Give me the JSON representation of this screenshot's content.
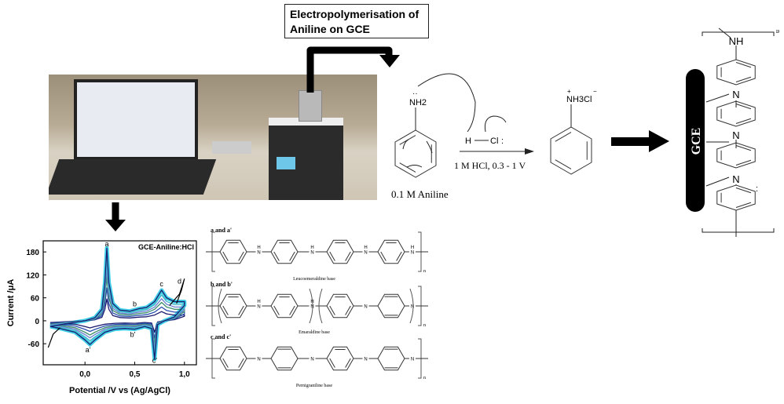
{
  "title": "Electropolymerisation of Aniline on GCE",
  "photo": {
    "description_icon": "lab-setup-photo"
  },
  "reaction": {
    "reactant_group": "NH2",
    "reactant_label": "0.1 M Aniline",
    "reagent_h": "H",
    "reagent_cl": "Cl",
    "conditions": "1 M HCl, 0.3 - 1 V",
    "product_group": "NH3Cl",
    "product_charge_plus": "+",
    "product_charge_minus": "−"
  },
  "electrode": {
    "label": "GCE",
    "chain_labels": [
      "NH",
      "N",
      "N",
      "N"
    ],
    "lone_pair": ":",
    "repeat_subscript": "n"
  },
  "structures": [
    {
      "heading": "a and a'",
      "name": "Leucoemeraldine base",
      "links": [
        "H\nN",
        "H\nN",
        "H\nN",
        "H\nN"
      ]
    },
    {
      "heading": "b and b'",
      "name": "Emaraldine base",
      "links": [
        "H\nN",
        "H\nN",
        "N",
        "N"
      ]
    },
    {
      "heading": "c and c'",
      "name": "Pernigraniline base",
      "links": [
        "N",
        "N",
        "N",
        "N"
      ]
    }
  ],
  "chart_data": {
    "type": "line",
    "title": "GCE-Aniline:HCl",
    "xlabel": "Potential /V vs (Ag/AgCl)",
    "ylabel": "Current /μA",
    "xlim": [
      -0.42,
      1.12
    ],
    "ylim": [
      -115,
      209
    ],
    "xticks": [
      "0,0",
      "0,5",
      "1,0"
    ],
    "xtick_values": [
      0,
      0.5,
      1.0
    ],
    "yticks": [
      "-60",
      "0",
      "60",
      "120",
      "180"
    ],
    "ytick_values": [
      -60,
      0,
      60,
      120,
      180
    ],
    "grid": false,
    "colors": [
      "#1a1a6e",
      "#2a4fb0",
      "#3c8f6a",
      "#6a7fd0",
      "#3fb5c8",
      "#40d0e0"
    ],
    "forward": [
      [
        -0.35,
        -15
      ],
      [
        -0.2,
        -8
      ],
      [
        0,
        0
      ],
      [
        0.1,
        8
      ],
      [
        0.17,
        30
      ],
      [
        0.2,
        100
      ],
      [
        0.22,
        190
      ],
      [
        0.24,
        100
      ],
      [
        0.28,
        45
      ],
      [
        0.35,
        28
      ],
      [
        0.45,
        25
      ],
      [
        0.55,
        32
      ],
      [
        0.62,
        35
      ],
      [
        0.7,
        50
      ],
      [
        0.77,
        80
      ],
      [
        0.82,
        60
      ],
      [
        0.9,
        50
      ],
      [
        1.0,
        50
      ]
    ],
    "backward": [
      [
        1.0,
        40
      ],
      [
        0.9,
        10
      ],
      [
        0.8,
        0
      ],
      [
        0.73,
        -10
      ],
      [
        0.7,
        -100
      ],
      [
        0.67,
        -20
      ],
      [
        0.6,
        -15
      ],
      [
        0.5,
        -22
      ],
      [
        0.4,
        -20
      ],
      [
        0.3,
        -22
      ],
      [
        0.2,
        -30
      ],
      [
        0.1,
        -50
      ],
      [
        0.05,
        -62
      ],
      [
        0,
        -50
      ],
      [
        -0.1,
        -30
      ],
      [
        -0.25,
        -20
      ],
      [
        -0.35,
        -15
      ]
    ],
    "annotations": [
      {
        "text": "a",
        "x": 0.22,
        "y": 195
      },
      {
        "text": "b",
        "x": 0.5,
        "y": 38
      },
      {
        "text": "c",
        "x": 0.77,
        "y": 90
      },
      {
        "text": "d",
        "x": 0.95,
        "y": 97
      },
      {
        "text": "a'",
        "x": 0.03,
        "y": -82
      },
      {
        "text": "b'",
        "x": 0.48,
        "y": -42
      },
      {
        "text": "c'",
        "x": 0.7,
        "y": -110
      }
    ]
  }
}
